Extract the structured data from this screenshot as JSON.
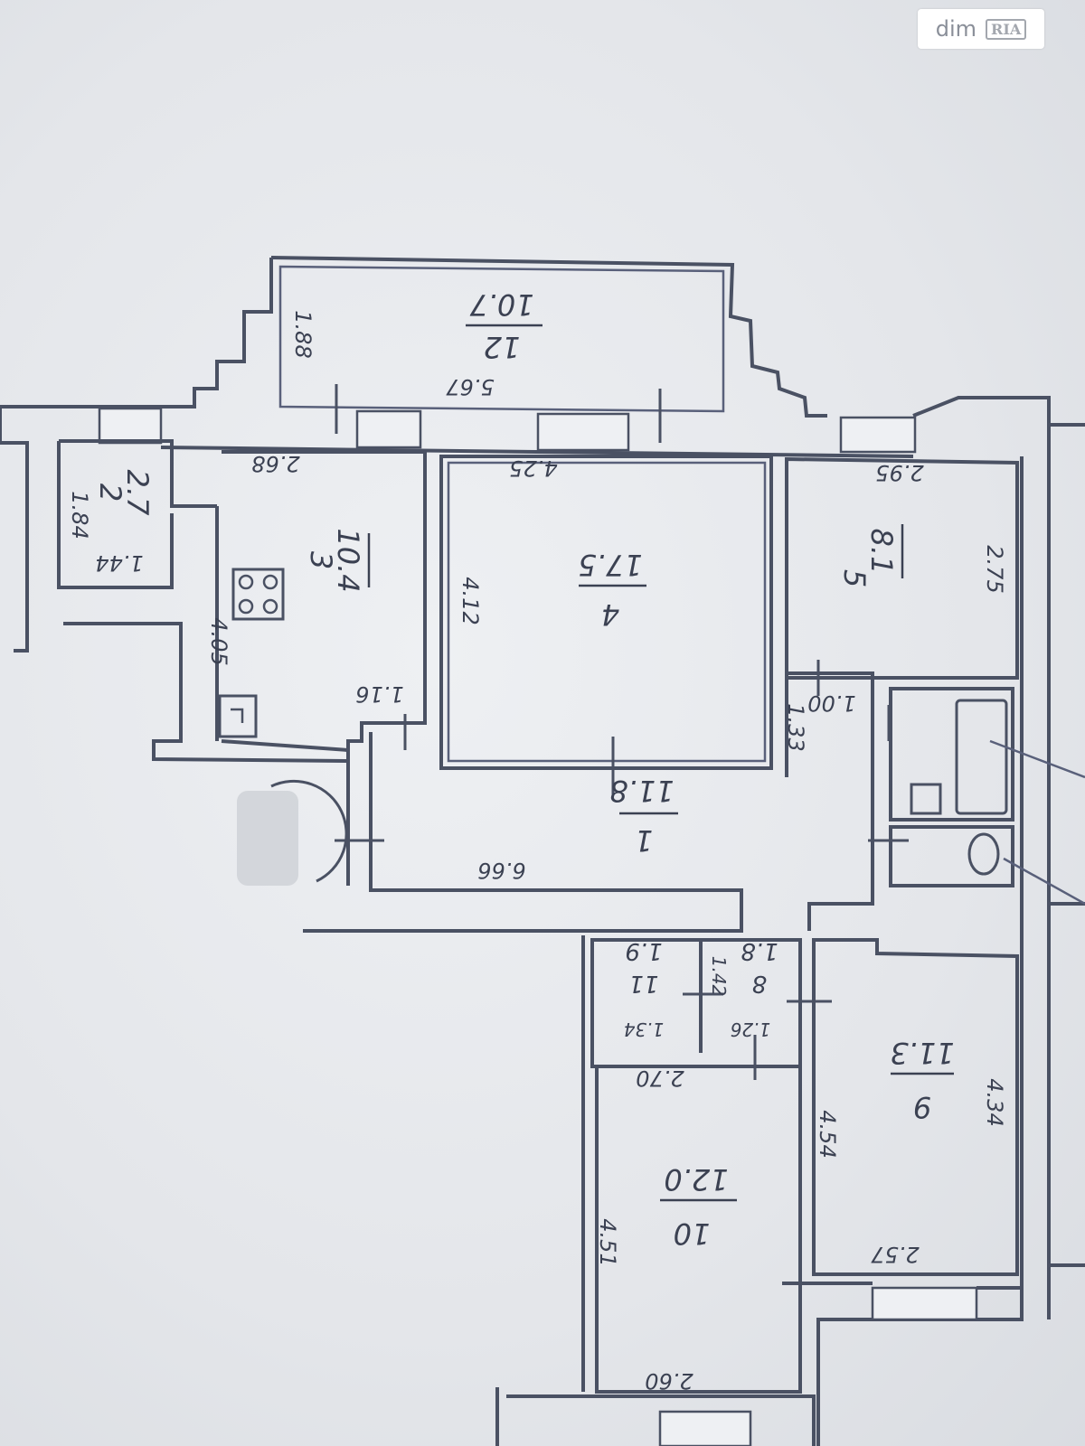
{
  "watermark": {
    "brand": "dim",
    "brand_badge": "RIA"
  },
  "rooms": [
    {
      "id": "balcony",
      "number": "12",
      "area": "10.7",
      "dims": [
        "5.67",
        "1.88"
      ]
    },
    {
      "id": "kitchen",
      "number": "3",
      "area": "10.4",
      "dims": [
        "2.68",
        "4.05",
        "1.16"
      ]
    },
    {
      "id": "storage",
      "number": "2",
      "area": "2.7",
      "dims": [
        "1.44",
        "1.84"
      ]
    },
    {
      "id": "living",
      "number": "4",
      "area": "17.5",
      "dims": [
        "4.25",
        "4.12"
      ]
    },
    {
      "id": "bedroom5",
      "number": "5",
      "area": "8.1",
      "dims": [
        "2.95",
        "2.75"
      ]
    },
    {
      "id": "hall",
      "number": "1",
      "area": "11.8",
      "dims": [
        "6.66",
        "1.33",
        "1.00"
      ]
    },
    {
      "id": "closet11",
      "number": "11",
      "area": "1.9",
      "dims": [
        "1.34"
      ]
    },
    {
      "id": "closet8",
      "number": "8",
      "area": "1.8",
      "dims": [
        "1.26",
        "1.42"
      ]
    },
    {
      "id": "room10",
      "number": "10",
      "area": "12.0",
      "dims": [
        "2.70",
        "4.51",
        "2.60"
      ]
    },
    {
      "id": "room9",
      "number": "9",
      "area": "11.3",
      "dims": [
        "4.54",
        "4.34",
        "2.57"
      ]
    }
  ]
}
